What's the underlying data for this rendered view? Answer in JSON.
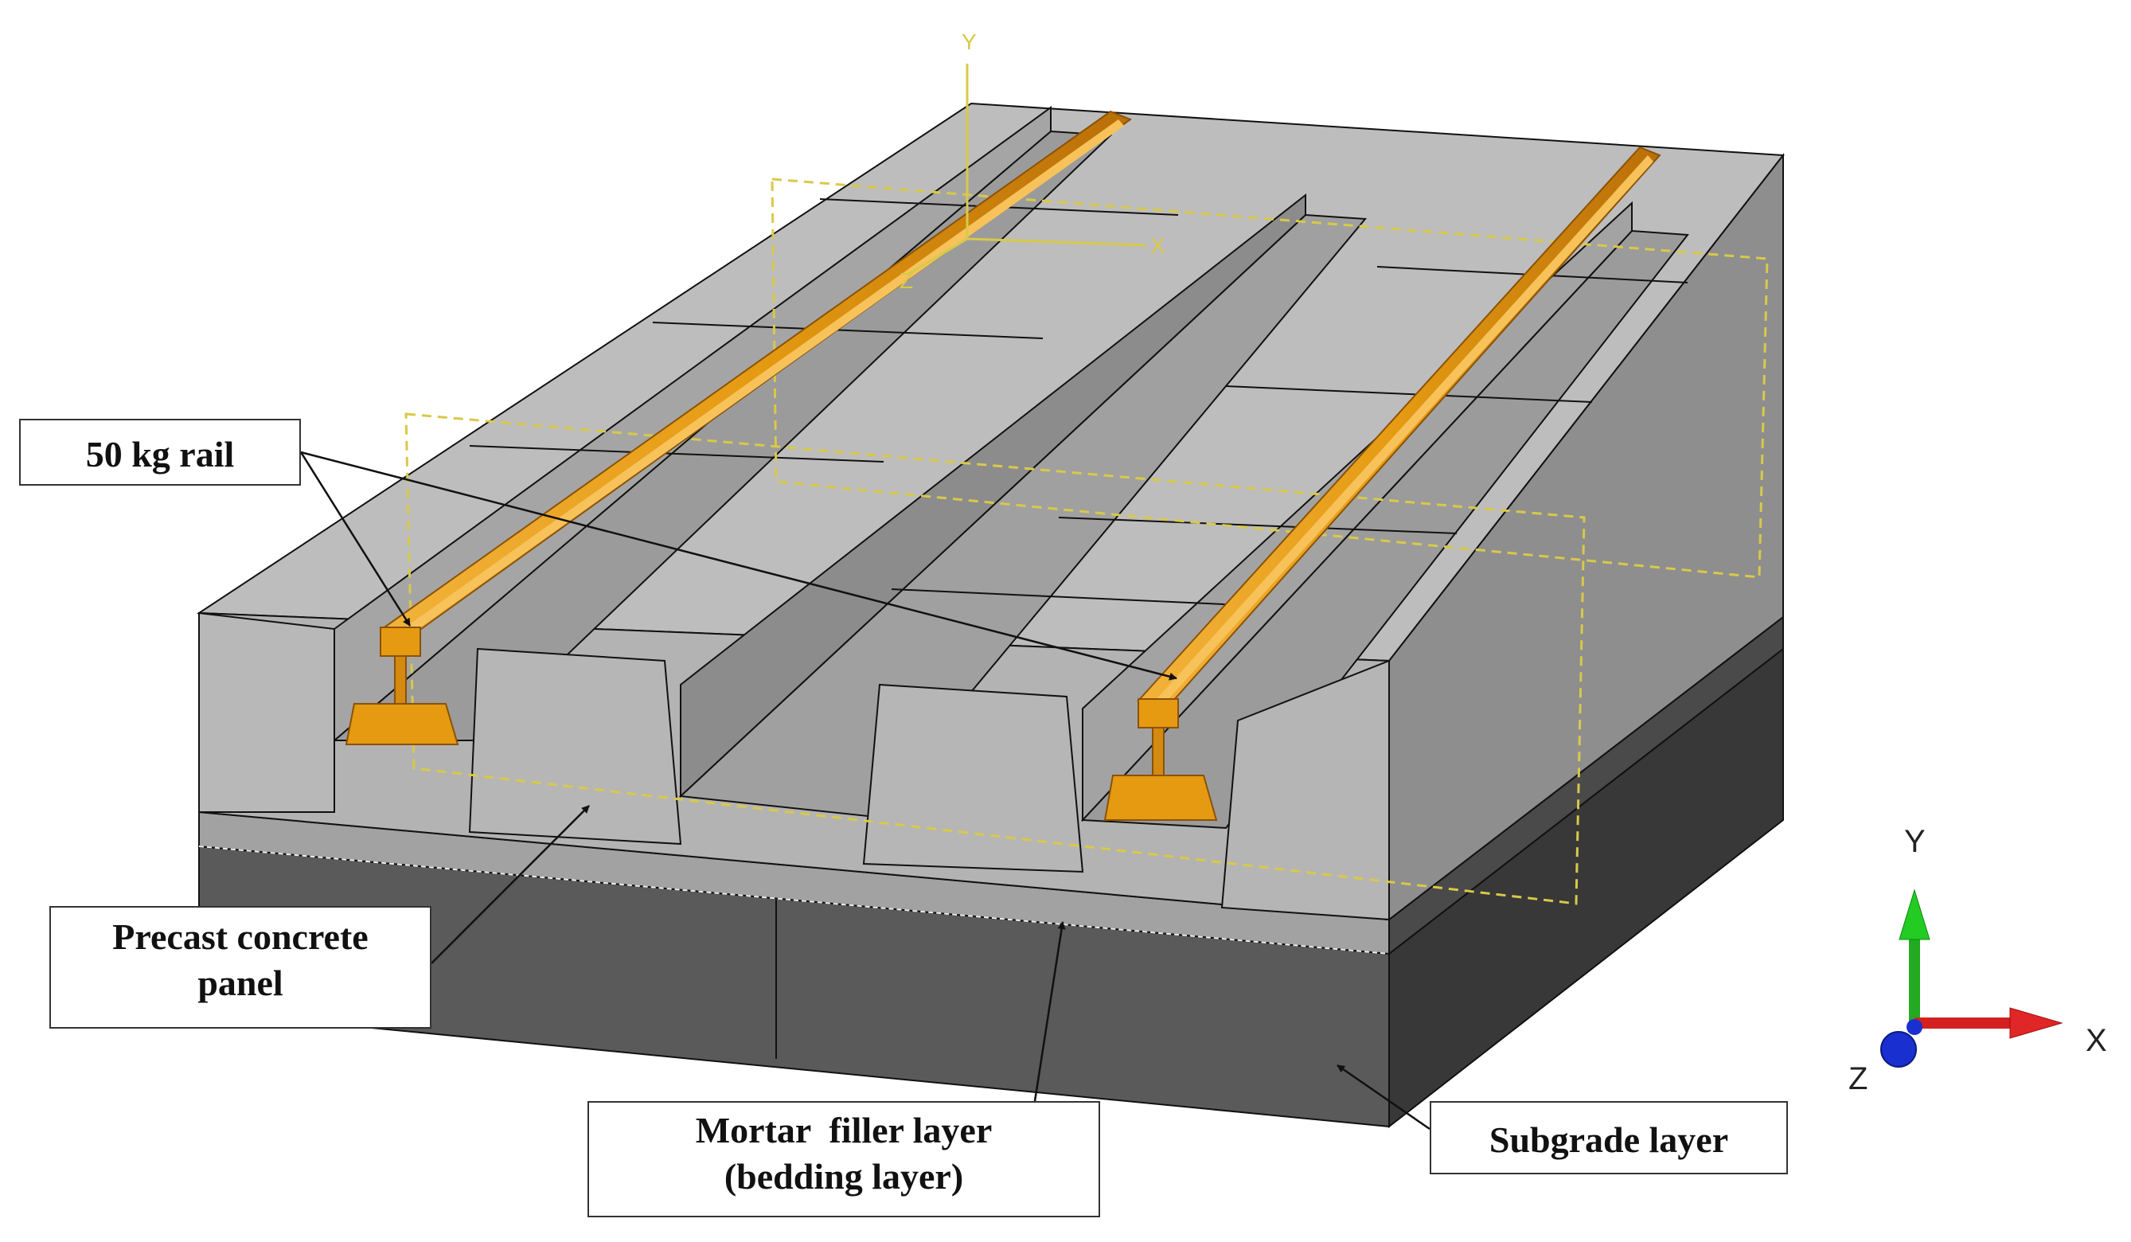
{
  "labels": {
    "rail": "50 kg rail",
    "panel_line1": "Precast concrete",
    "panel_line2": "panel",
    "mortar_line1": "Mortar  filler layer",
    "mortar_line2": "(bedding layer)",
    "subgrade": "Subgrade layer"
  },
  "triad": {
    "x": "X",
    "y": "Y",
    "z": "Z"
  },
  "csys": {
    "x": "X",
    "y": "Y",
    "z": "Z"
  },
  "colors": {
    "rail": "#e59a12",
    "rail_dark": "#b86f08",
    "panel_top": "#c8c8c8",
    "panel_side": "#a9a9a9",
    "panel_dark": "#8a8a8a",
    "mortar": "#9a9a9a",
    "subgrade": "#555555",
    "subgrade_right": "#3a3a3a",
    "csys": "#d8c94a",
    "axis_x": "#d42020",
    "axis_y": "#22aa22",
    "axis_z": "#1a2fd0"
  }
}
